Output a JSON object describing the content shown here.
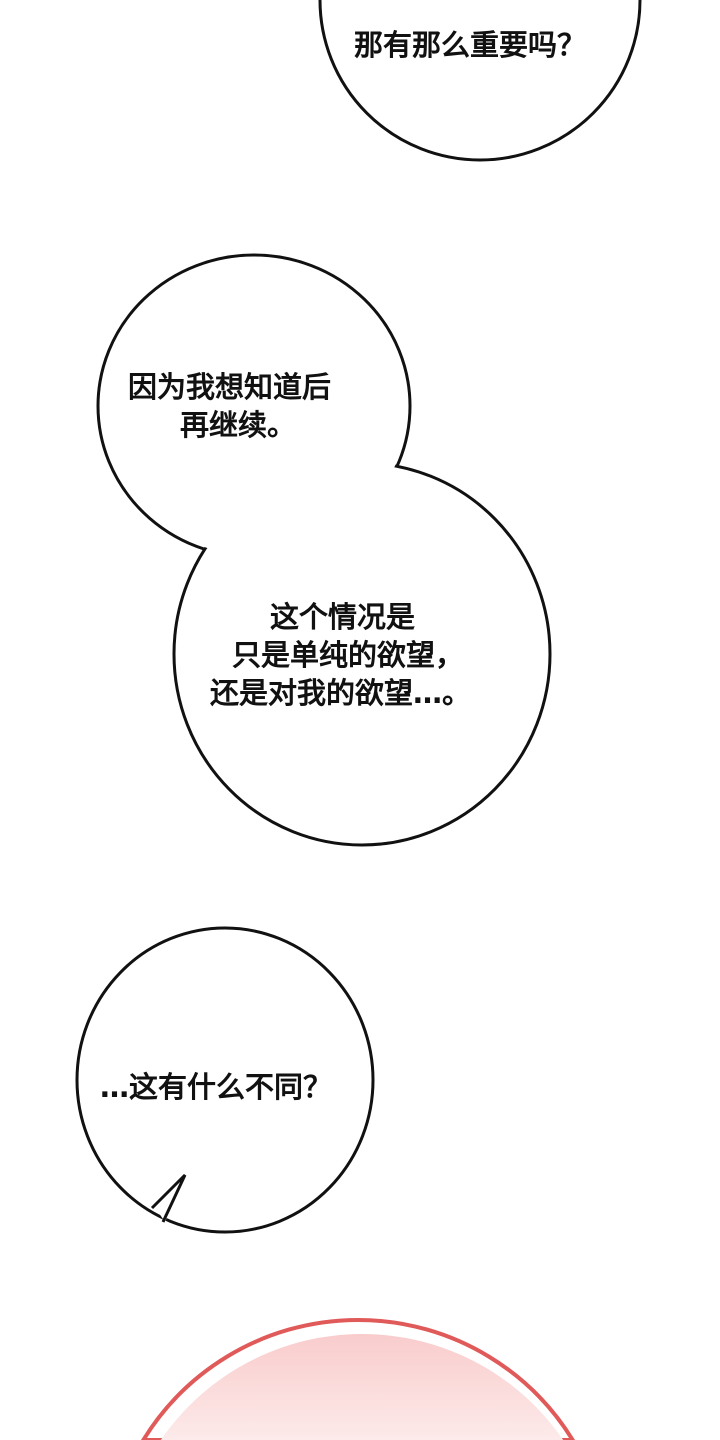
{
  "bubbles": [
    {
      "lines": [
        "那有那么重要吗？"
      ]
    },
    {
      "lines": [
        "因为我想知道后",
        "再继续。"
      ]
    },
    {
      "lines": [
        "这个情况是",
        "只是单纯的欲望，",
        "还是对我的欲望…。"
      ]
    },
    {
      "lines": [
        "…这有什么不同？"
      ]
    }
  ],
  "colors": {
    "outline": "#111111",
    "pink_outline": "#e05a5a",
    "pink_fill": "#fbd6d6"
  }
}
